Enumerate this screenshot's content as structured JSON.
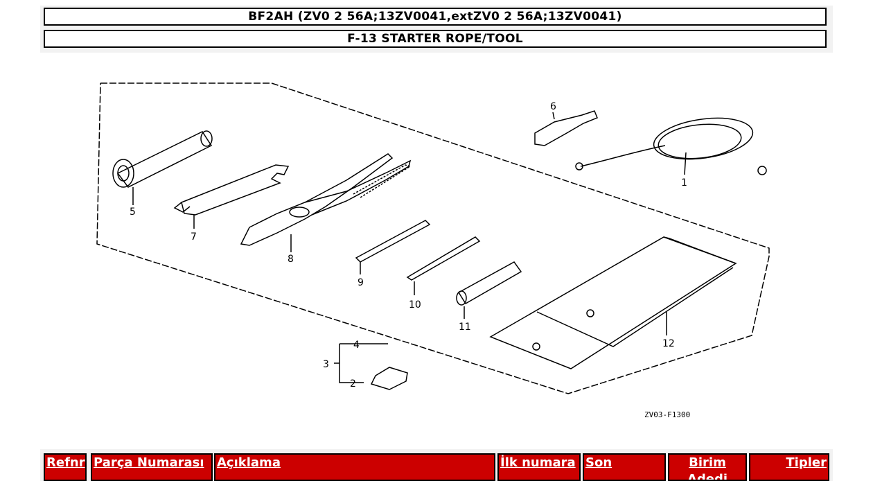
{
  "header": {
    "model": "BF2AH (ZV0 2 56A;13ZV0041,extZV0 2 56A;13ZV0041)",
    "section": "F-13 STARTER ROPE/TOOL"
  },
  "diagram": {
    "code": "ZV03-F1300",
    "callouts": [
      "1",
      "2",
      "3",
      "4",
      "5",
      "6",
      "7",
      "8",
      "9",
      "10",
      "11",
      "12"
    ]
  },
  "table": {
    "columns": [
      "Refnr",
      "Parça Numarası",
      "Açıklama",
      "İlk numara",
      "Son",
      "Birim Adedi",
      "Tipler"
    ]
  }
}
